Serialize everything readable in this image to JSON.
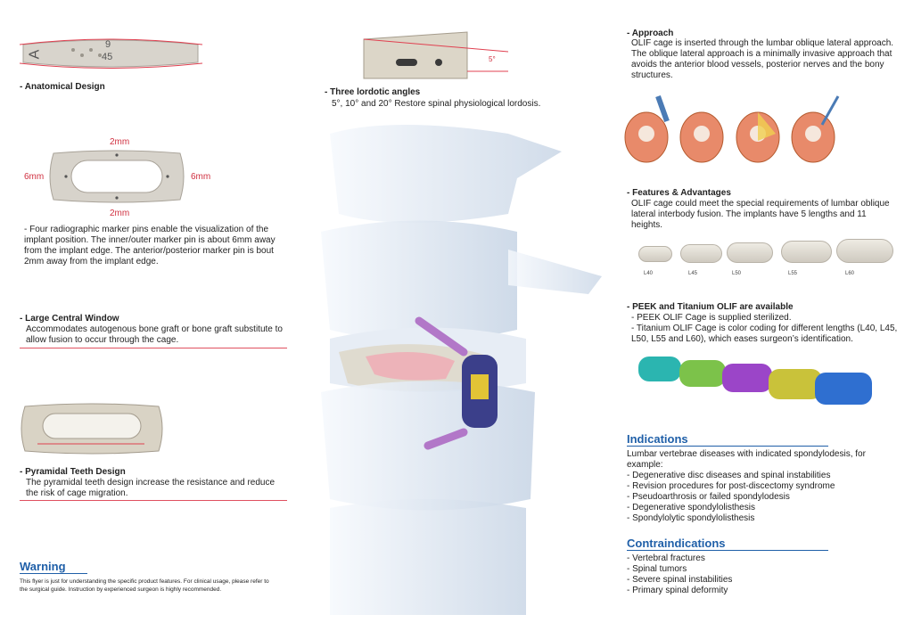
{
  "anatomical": {
    "heading": "- Anatomical Design",
    "imprint": [
      "A",
      "9",
      "45"
    ]
  },
  "lordotic": {
    "heading": "- Three lordotic angles",
    "text": "5°, 10° and 20° Restore spinal physiological lordosis.",
    "angle_label": "5°"
  },
  "markers": {
    "top": "2mm",
    "bottom": "2mm",
    "left": "6mm",
    "right": "6mm",
    "text": "- Four radiographic marker pins enable the visualization of the implant position. The inner/outer marker pin is about 6mm away from the implant edge. The anterior/posterior marker pin is bout 2mm away from the implant edge."
  },
  "window": {
    "heading": "- Large Central Window",
    "text": "Accommodates autogenous bone graft or bone graft substitute to allow fusion to occur through the cage."
  },
  "teeth": {
    "heading": "- Pyramidal Teeth Design",
    "text": "The pyramidal teeth design increase the resistance and reduce the risk of cage migration."
  },
  "warning": {
    "heading": "Warning",
    "text": "This flyer is just for understanding the specific product features. For clinical usage, please refer to the surgical guide. Instruction by experienced surgeon is highly recommended."
  },
  "approach": {
    "heading": "- Approach",
    "text": "OLIF cage is inserted through the lumbar oblique lateral approach. The oblique lateral approach is a minimally invasive approach that avoids the anterior blood vessels, posterior nerves and the bony structures."
  },
  "features": {
    "heading": "- Features & Advantages",
    "text": "OLIF cage could meet the special requirements of lumbar oblique lateral interbody fusion. The implants have 5 lengths and 11 heights.",
    "lengths": [
      "L40",
      "L45",
      "L50",
      "L55",
      "L60"
    ]
  },
  "peek": {
    "heading": "- PEEK and Titanium OLIF are available",
    "items": [
      "- PEEK OLIF Cage is supplied sterilized.",
      "- Titanium OLIF Cage is color coding for different lengths (L40, L45, L50, L55 and L60), which eases surgeon’s identification."
    ],
    "colors": [
      "#2bb5b0",
      "#7cc24a",
      "#9b45c8",
      "#c9c23a",
      "#2f6fd0"
    ]
  },
  "indications": {
    "heading": "Indications",
    "intro": "Lumbar vertebrae diseases with indicated spondylodesis, for example:",
    "items": [
      "- Degenerative disc diseases and spinal instabilities",
      "- Revision procedures for post-discectomy syndrome",
      "- Pseudoarthrosis or failed spondylodesis",
      "- Degenerative spondylolisthesis",
      "- Spondylolytic spondylolisthesis"
    ]
  },
  "contraindications": {
    "heading": "Contraindications",
    "items": [
      "- Vertebral fractures",
      "- Spinal tumors",
      "- Severe spinal instabilities",
      "- Primary spinal deformity"
    ]
  }
}
